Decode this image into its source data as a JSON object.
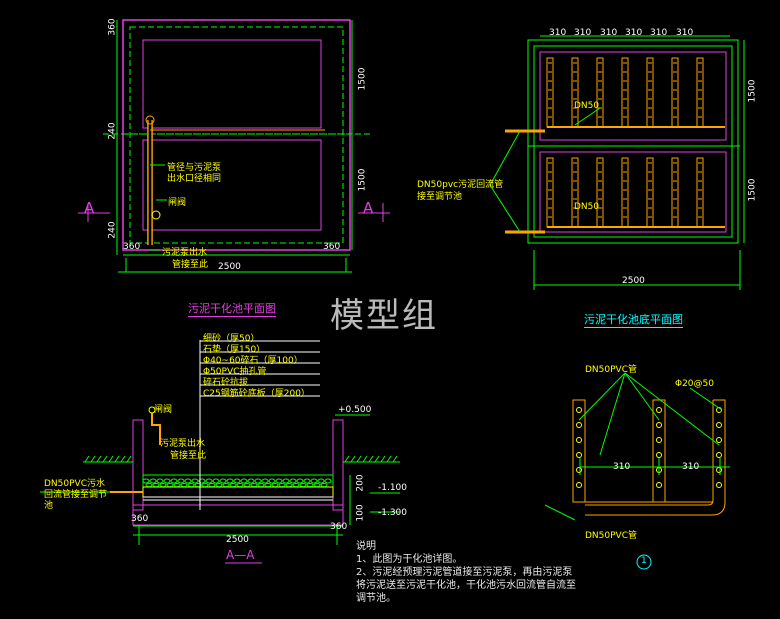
{
  "watermark": "模型组",
  "plan_view": {
    "title": "污泥干化池平面图",
    "dims": {
      "top": "360",
      "h1": "1500",
      "mid": "240",
      "h2": "1500",
      "bot": "240",
      "left_bot": "360",
      "right_bot": "360",
      "width": "2500"
    },
    "labels": {
      "pipe_note_1": "管径与污泥泵",
      "pipe_note_2": "出水口径相同",
      "valve": "闸阀",
      "outlet_1": "污泥泵出水",
      "outlet_2": "管接至此",
      "section_mark": "A"
    }
  },
  "bottom_view": {
    "title": "污泥干化池底平面图",
    "spacing": [
      "310",
      "310",
      "310",
      "310",
      "310",
      "310"
    ],
    "dims": {
      "h1": "1500",
      "h2": "1500",
      "width": "2500"
    },
    "labels": {
      "dn_top": "DN50",
      "dn_bot": "DN50",
      "return_1": "DN50pvc污泥回流管",
      "return_2": "接至调节池"
    }
  },
  "section": {
    "title": "A—A",
    "layers": [
      "细砂（厚50）",
      "石垫（厚150）",
      "Φ40~60碎石（厚100）",
      "Φ50PVC抽孔管",
      "碎石砼抗拔",
      "C25钢筋砼底板（厚200）"
    ],
    "labels": {
      "valve": "闸阀",
      "outlet_1": "污泥泵出水",
      "outlet_2": "管接至此",
      "return_1": "DN50PVC污水",
      "return_2": "回流管接至调节",
      "return_3": "池"
    },
    "levels": [
      "+0.500",
      "-1.100",
      "-1.300"
    ],
    "dims": {
      "left": "360",
      "right": "360",
      "width": "2500",
      "d1": "200",
      "d2": "100"
    }
  },
  "detail": {
    "pipe_top": "DN50PVC管",
    "hole": "Φ20@50",
    "spacing": [
      "310",
      "310"
    ],
    "pipe_bot": "DN50PVC管",
    "marker": "1"
  },
  "notes": {
    "heading": "说明",
    "line1": "1、此图为干化池详图。",
    "line2": "2、污泥经预理污泥管道接至污泥泵，再由污泥泵将污泥送至污泥干化池，干化池污水回流管自流至调节池。"
  }
}
